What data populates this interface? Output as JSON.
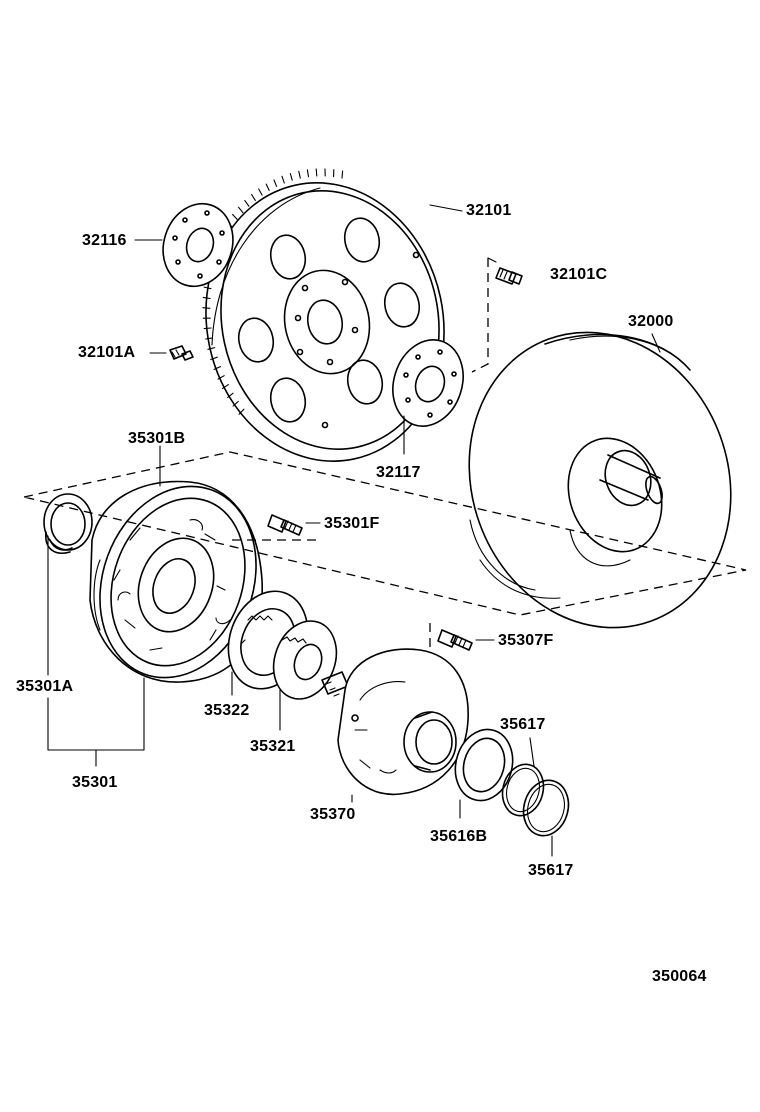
{
  "diagram": {
    "drawing_number": "350064",
    "parts": {
      "p32101": "32101",
      "p32116": "32116",
      "p32101C": "32101C",
      "p32101A": "32101A",
      "p32000": "32000",
      "p32117": "32117",
      "p35301B": "35301B",
      "p35301F": "35301F",
      "p35301A": "35301A",
      "p35322": "35322",
      "p35321": "35321",
      "p35307F": "35307F",
      "p35617_upper": "35617",
      "p35301": "35301",
      "p35370": "35370",
      "p35616B": "35616B",
      "p35617_lower": "35617"
    }
  }
}
